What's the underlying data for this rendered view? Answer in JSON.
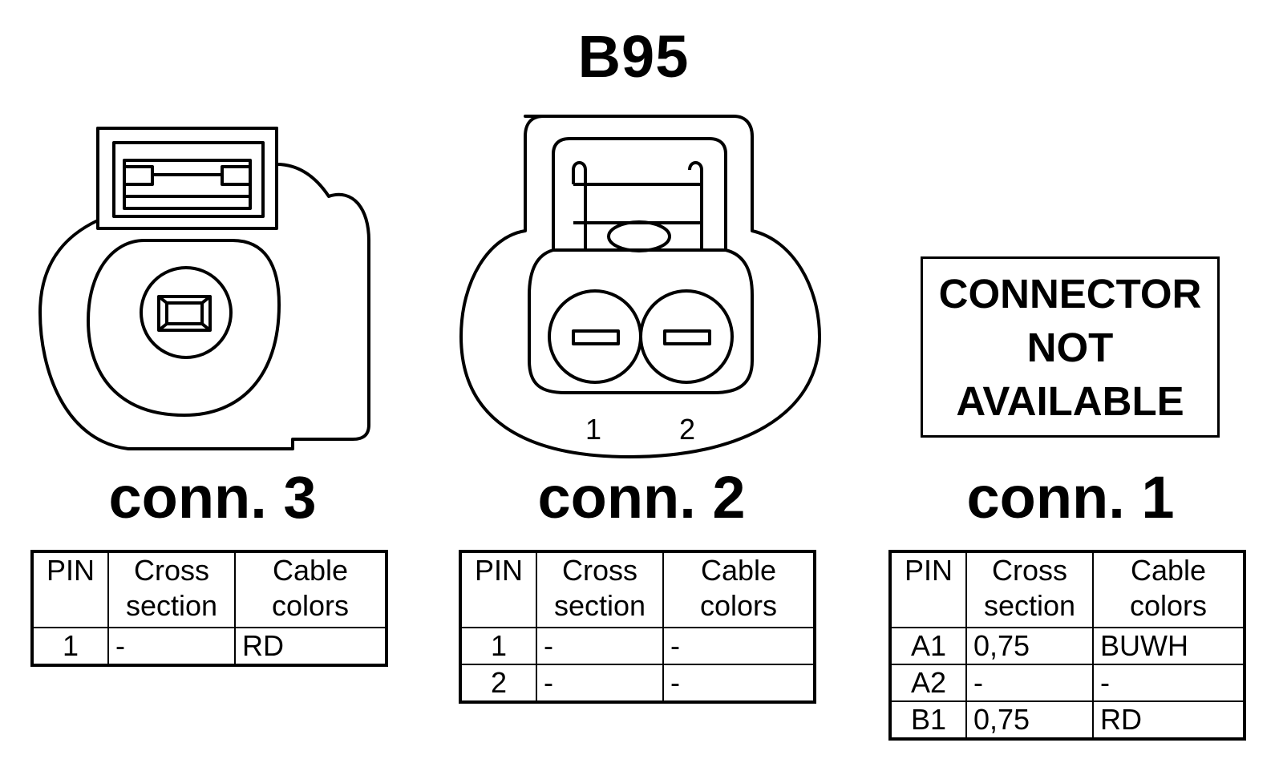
{
  "diagram": {
    "title": "B95",
    "connectors": [
      {
        "label": "conn. 3",
        "headers": {
          "pin": "PIN",
          "cross_section": "Cross section",
          "cable_colors": "Cable colors"
        },
        "rows": [
          {
            "pin": "1",
            "cross_section": "-",
            "cable_colors": "RD"
          }
        ]
      },
      {
        "label": "conn. 2",
        "pin_numbers": [
          "1",
          "2"
        ],
        "headers": {
          "pin": "PIN",
          "cross_section": "Cross section",
          "cable_colors": "Cable colors"
        },
        "rows": [
          {
            "pin": "1",
            "cross_section": "-",
            "cable_colors": "-"
          },
          {
            "pin": "2",
            "cross_section": "-",
            "cable_colors": "-"
          }
        ]
      },
      {
        "label": "conn. 1",
        "not_available": [
          "CONNECTOR",
          "NOT",
          "AVAILABLE"
        ],
        "headers": {
          "pin": "PIN",
          "cross_section": "Cross section",
          "cable_colors": "Cable colors"
        },
        "rows": [
          {
            "pin": "A1",
            "cross_section": "0,75",
            "cable_colors": "BUWH"
          },
          {
            "pin": "A2",
            "cross_section": "-",
            "cable_colors": "-"
          },
          {
            "pin": "B1",
            "cross_section": "0,75",
            "cable_colors": "RD"
          }
        ]
      }
    ]
  }
}
